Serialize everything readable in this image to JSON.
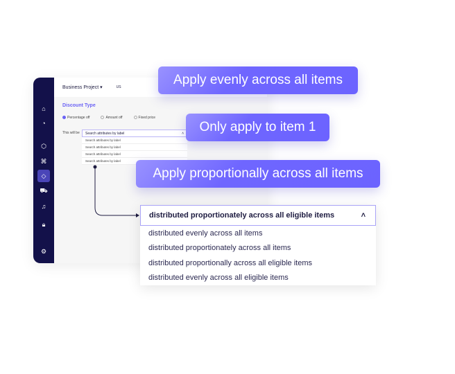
{
  "app": {
    "project": "Business Project",
    "region": "US"
  },
  "sidebar": {
    "icons": [
      "home-icon",
      "dashboard-icon",
      "cube-icon",
      "flow-icon",
      "tag-icon",
      "cart-icon",
      "bell-icon",
      "lock-icon",
      "settings-icon"
    ]
  },
  "form": {
    "section_title": "Discount Type",
    "radios": [
      "Percentage off",
      "Amount off",
      "Fixed price"
    ],
    "field_label": "This will be",
    "select_placeholder": "Search attributes by label",
    "options": [
      "Search attributes by label",
      "Search attributes by label",
      "Search attributes by label",
      "Search attributes by label"
    ]
  },
  "callouts": [
    "Apply evenly across all items",
    "Only apply to item 1",
    "Apply proportionally across all items"
  ],
  "dropdown": {
    "selected": "distributed proportionately across all eligible items",
    "options": [
      "distributed evenly across all items",
      "distributed proportionately across all items",
      "distributed proportionally across all eligible items",
      "distributed evenly across all eligible items"
    ]
  },
  "colors": {
    "accent": "#6c63ff",
    "sidebar": "#13114a"
  }
}
